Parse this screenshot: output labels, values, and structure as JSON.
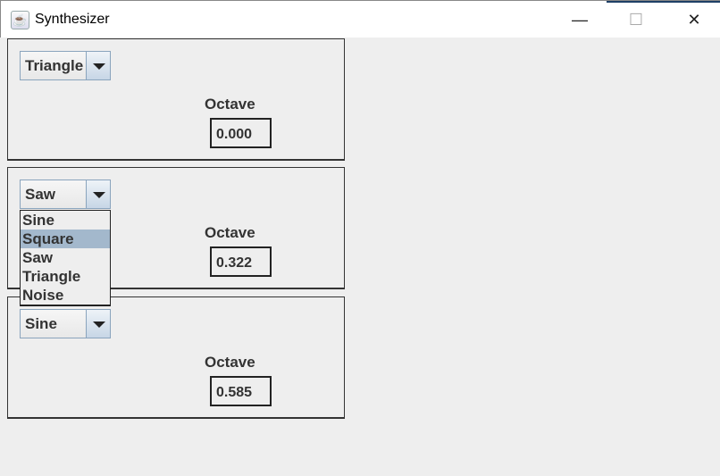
{
  "window": {
    "title": "Synthesizer",
    "minimize": "—",
    "maximize": "☐",
    "close": "✕"
  },
  "oscillators": [
    {
      "waveform": "Triangle",
      "octave_label": "Octave",
      "octave": "0.000"
    },
    {
      "waveform": "Saw",
      "octave_label": "Octave",
      "octave": "0.322"
    },
    {
      "waveform": "Sine",
      "octave_label": "Octave",
      "octave": "0.585"
    }
  ],
  "dropdown": {
    "options": [
      "Sine",
      "Square",
      "Saw",
      "Triangle",
      "Noise"
    ],
    "highlighted": "Square",
    "highlight_color": "#a3b8cc"
  }
}
